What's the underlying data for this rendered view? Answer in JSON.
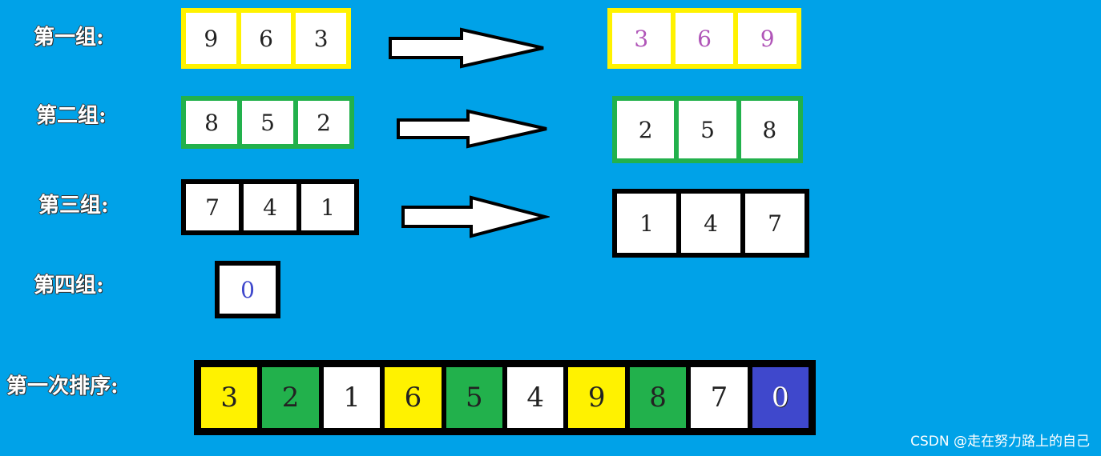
{
  "groups": [
    {
      "label": "第一组:",
      "before": [
        "9",
        "6",
        "3"
      ],
      "after": [
        "3",
        "6",
        "9"
      ],
      "border": "#fff200",
      "after_text_color": "#b055b8"
    },
    {
      "label": "第二组:",
      "before": [
        "8",
        "5",
        "2"
      ],
      "after": [
        "2",
        "5",
        "8"
      ],
      "border": "#22b14c",
      "after_text_color": "#222222"
    },
    {
      "label": "第三组:",
      "before": [
        "7",
        "4",
        "1"
      ],
      "after": [
        "1",
        "4",
        "7"
      ],
      "border": "#000000",
      "after_text_color": "#222222"
    },
    {
      "label": "第四组:",
      "before": [
        "0"
      ],
      "border": "#000000",
      "before_text_color": "#3f48cc"
    }
  ],
  "first_pass": {
    "label": "第一次排序:",
    "cells": [
      {
        "value": "3",
        "fill": "#fff200"
      },
      {
        "value": "2",
        "fill": "#22b14c"
      },
      {
        "value": "1",
        "fill": "#ffffff"
      },
      {
        "value": "6",
        "fill": "#fff200"
      },
      {
        "value": "5",
        "fill": "#22b14c"
      },
      {
        "value": "4",
        "fill": "#ffffff"
      },
      {
        "value": "9",
        "fill": "#fff200"
      },
      {
        "value": "8",
        "fill": "#22b14c"
      },
      {
        "value": "7",
        "fill": "#ffffff"
      },
      {
        "value": "0",
        "fill": "#3f48cc"
      }
    ]
  },
  "watermark": "CSDN @走在努力路上的自己",
  "colors": {
    "background": "#00a2e8",
    "arrow_fill": "#ffffff",
    "arrow_stroke": "#000000"
  }
}
